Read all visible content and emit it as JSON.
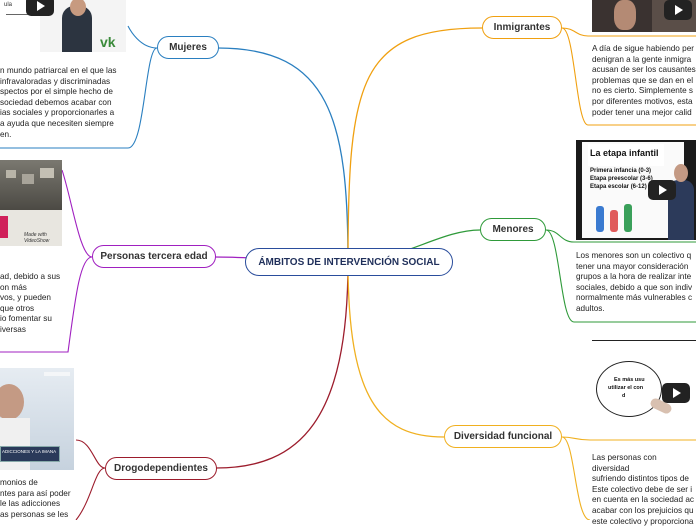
{
  "center": {
    "label": "ÁMBITOS DE INTERVENCIÓN SOCIAL"
  },
  "branches": {
    "mujeres": {
      "label": "Mujeres",
      "color": "#2a7fc0"
    },
    "tercera_edad": {
      "label": "Personas tercera edad",
      "color": "#a020c0"
    },
    "drogodependientes": {
      "label": "Drogodependientes",
      "color": "#9c1c2c"
    },
    "inmigrantes": {
      "label": "Inmigrantes",
      "color": "#f0a010"
    },
    "menores": {
      "label": "Menores",
      "color": "#2f9a3a"
    },
    "diversidad": {
      "label": "Diversidad funcional",
      "color": "#f0b020"
    }
  },
  "notes": {
    "mujeres": [
      "n mundo patriarcal en el que las",
      "infravaloradas y discriminadas",
      "spectos por el simple hecho de",
      "sociedad debemos acabar con",
      "ias sociales y proporcionarles a",
      "a ayuda que necesiten siempre",
      "en."
    ],
    "tercera_edad": [
      "ad, debido a sus",
      "on más",
      "vos, y pueden",
      "que otros",
      "io fomentar su",
      "iversas"
    ],
    "drogodependientes": [
      "monios de",
      "ntes para así poder",
      "le las adicciones",
      "as personas se les"
    ],
    "inmigrantes": [
      "A día de sigue habiendo per",
      "denigran  a la gente inmigra",
      "acusan de ser los causantes",
      "problemas que se dan en el",
      "no es cierto. Simplemente s",
      "por diferentes motivos, esta",
      "poder tener una mejor calid"
    ],
    "menores": [
      "Los menores son un colectivo q",
      "tener una mayor consideración",
      "grupos a la hora de realizar inte",
      "sociales, debido a que son indiv",
      "normalmente más vulnerables c",
      "adultos."
    ],
    "diversidad": [
      "Las personas con diversidad",
      "sufriendo distintos tipos de",
      "Este colectivo debe de ser i",
      "en cuenta en la sociedad ac",
      "acabar con los prejuicios qu",
      "este colectivo y proporciona"
    ]
  },
  "thumbnails": {
    "mujeres": {
      "caption": "ula"
    },
    "tercera_edad": {
      "watermark": "Made with VideoShow"
    },
    "drogodependientes": {
      "caption": "ADICCIONES Y LA IMANA"
    },
    "menores": {
      "title": "La etapa infantil",
      "lines": [
        "Primera infancia (0-3)",
        "Etapa preescolar (3-6)",
        "Etapa escolar (6-12)"
      ]
    },
    "diversidad": {
      "lines": [
        "Es más usu",
        "utilizar el con",
        "d"
      ]
    }
  }
}
